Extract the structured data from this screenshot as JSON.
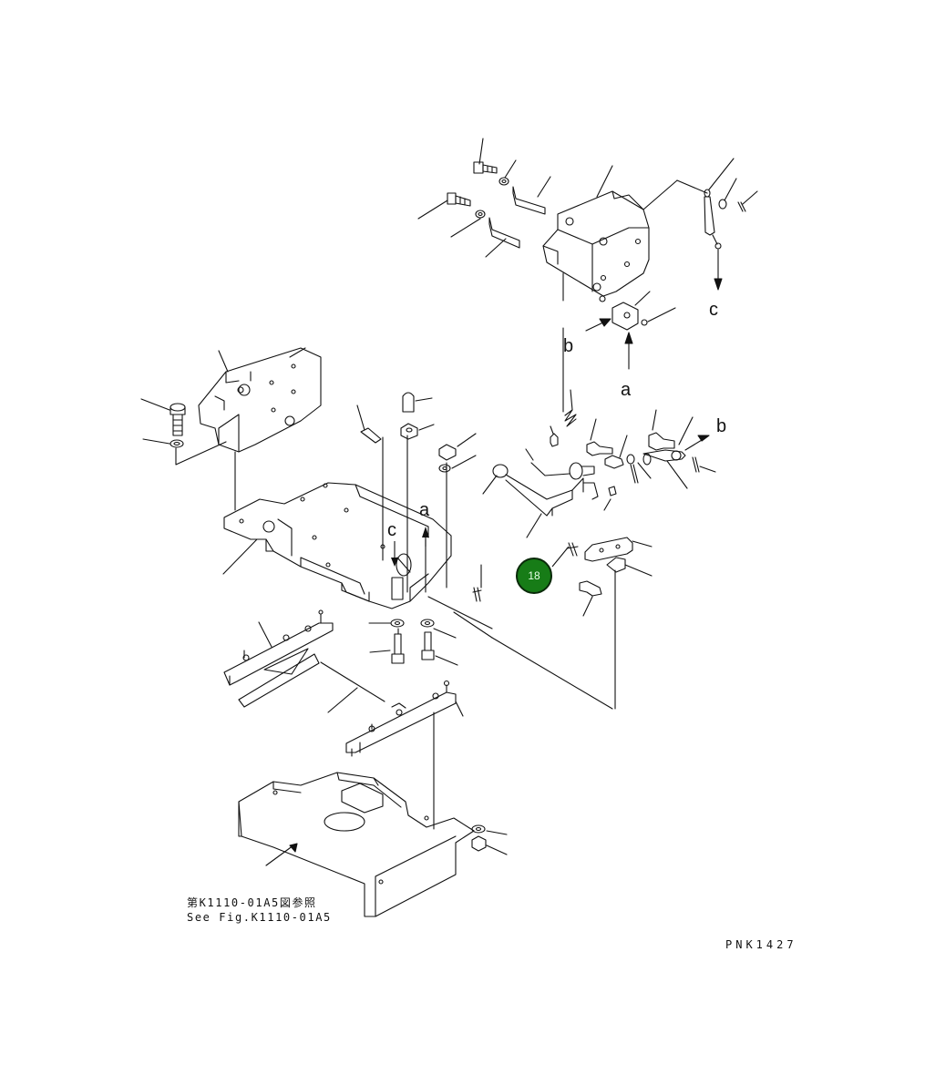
{
  "ref_labels": {
    "c_top": "c",
    "b_left": "b",
    "a_top": "a",
    "b_right": "b",
    "a_mid": "a",
    "c_mid": "c"
  },
  "callout": {
    "number": "18",
    "color": "#177c17"
  },
  "note": {
    "line_jp": "第K1110-01A5図参照",
    "line_en": "See Fig.K1110-01A5"
  },
  "drawing_code": "PNK1427"
}
